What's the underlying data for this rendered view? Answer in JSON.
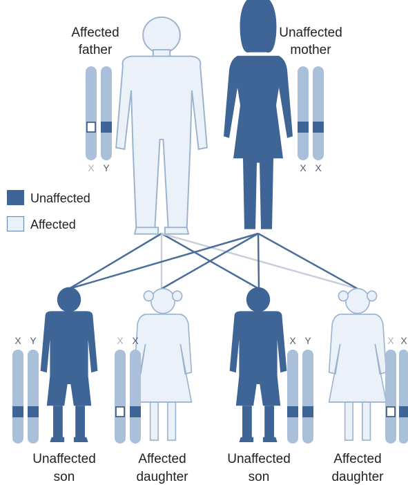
{
  "colors": {
    "unaffected": "#3f6596",
    "affected": "#eaf1f9",
    "outline": "#9bb3cd",
    "chromosome": "#a9bfda",
    "line_dark": "#4a6d9a",
    "line_light": "#c7cfdc"
  },
  "parents": {
    "father": {
      "line1": "Affected",
      "line2": "father",
      "chrom_labels": [
        "X",
        "Y"
      ]
    },
    "mother": {
      "line1": "Unaffected",
      "line2": "mother",
      "chrom_labels": [
        "X",
        "X"
      ]
    }
  },
  "legend": {
    "unaffected": "Unaffected",
    "affected": "Affected"
  },
  "children": [
    {
      "line1": "Unaffected",
      "line2": "son",
      "chrom_labels": [
        "X",
        "Y"
      ]
    },
    {
      "line1": "Affected",
      "line2": "daughter",
      "chrom_labels": [
        "X",
        "X"
      ]
    },
    {
      "line1": "Unaffected",
      "line2": "son",
      "chrom_labels": [
        "X",
        "Y"
      ]
    },
    {
      "line1": "Affected",
      "line2": "daughter",
      "chrom_labels": [
        "X",
        "X"
      ]
    }
  ]
}
